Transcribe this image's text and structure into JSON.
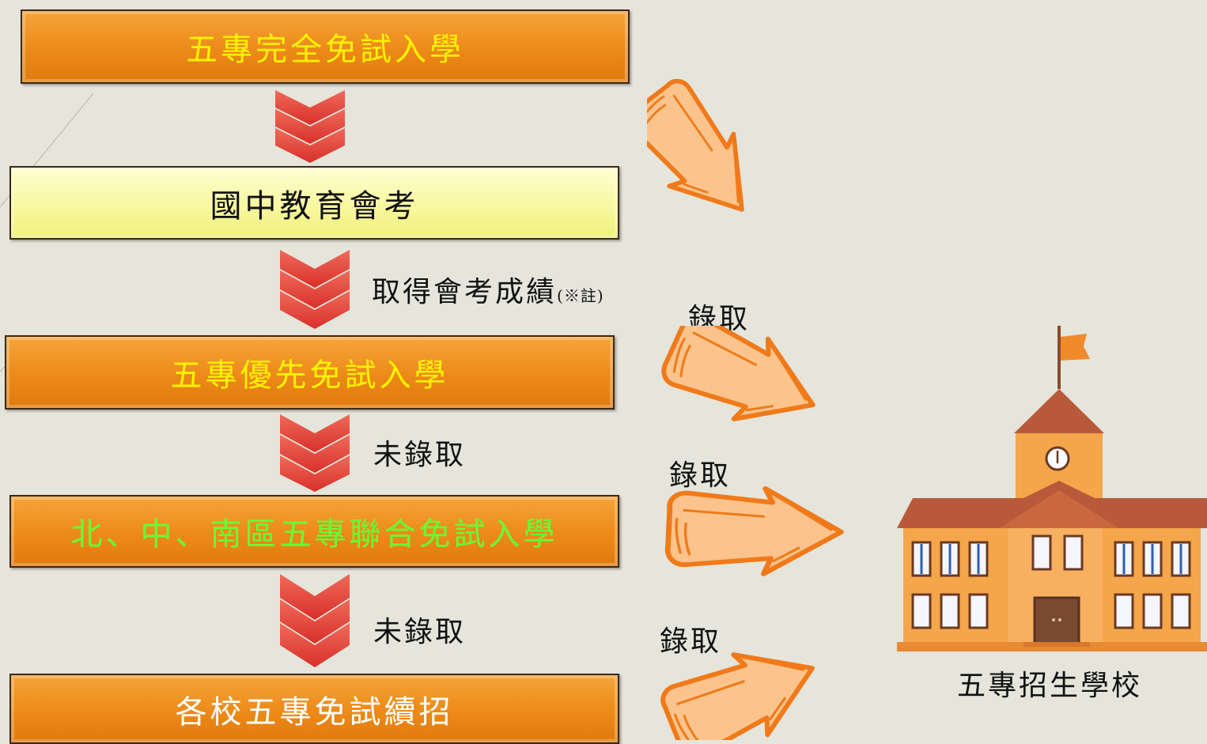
{
  "steps": {
    "step1": "五專完全免試入學",
    "step2": "國中教育會考",
    "step3": "五專優先免試入學",
    "step4": "北、中、南區五專聯合免試入學",
    "step5": "各校五專免試續招"
  },
  "transitions": {
    "get_score": "取得會考成績",
    "note": "(※註)",
    "not_admitted_1": "未錄取",
    "not_admitted_2": "未錄取"
  },
  "admitted": {
    "a1": "錄取",
    "a2": "錄取",
    "a3": "錄取"
  },
  "school_label": "五專招生學校",
  "colors": {
    "box_orange": "#ec8a18",
    "box_yellow": "#f7f79c",
    "chevron_red": "#e0443c",
    "arrow_fill": "#fcc48c",
    "arrow_stroke": "#f07a1a"
  }
}
